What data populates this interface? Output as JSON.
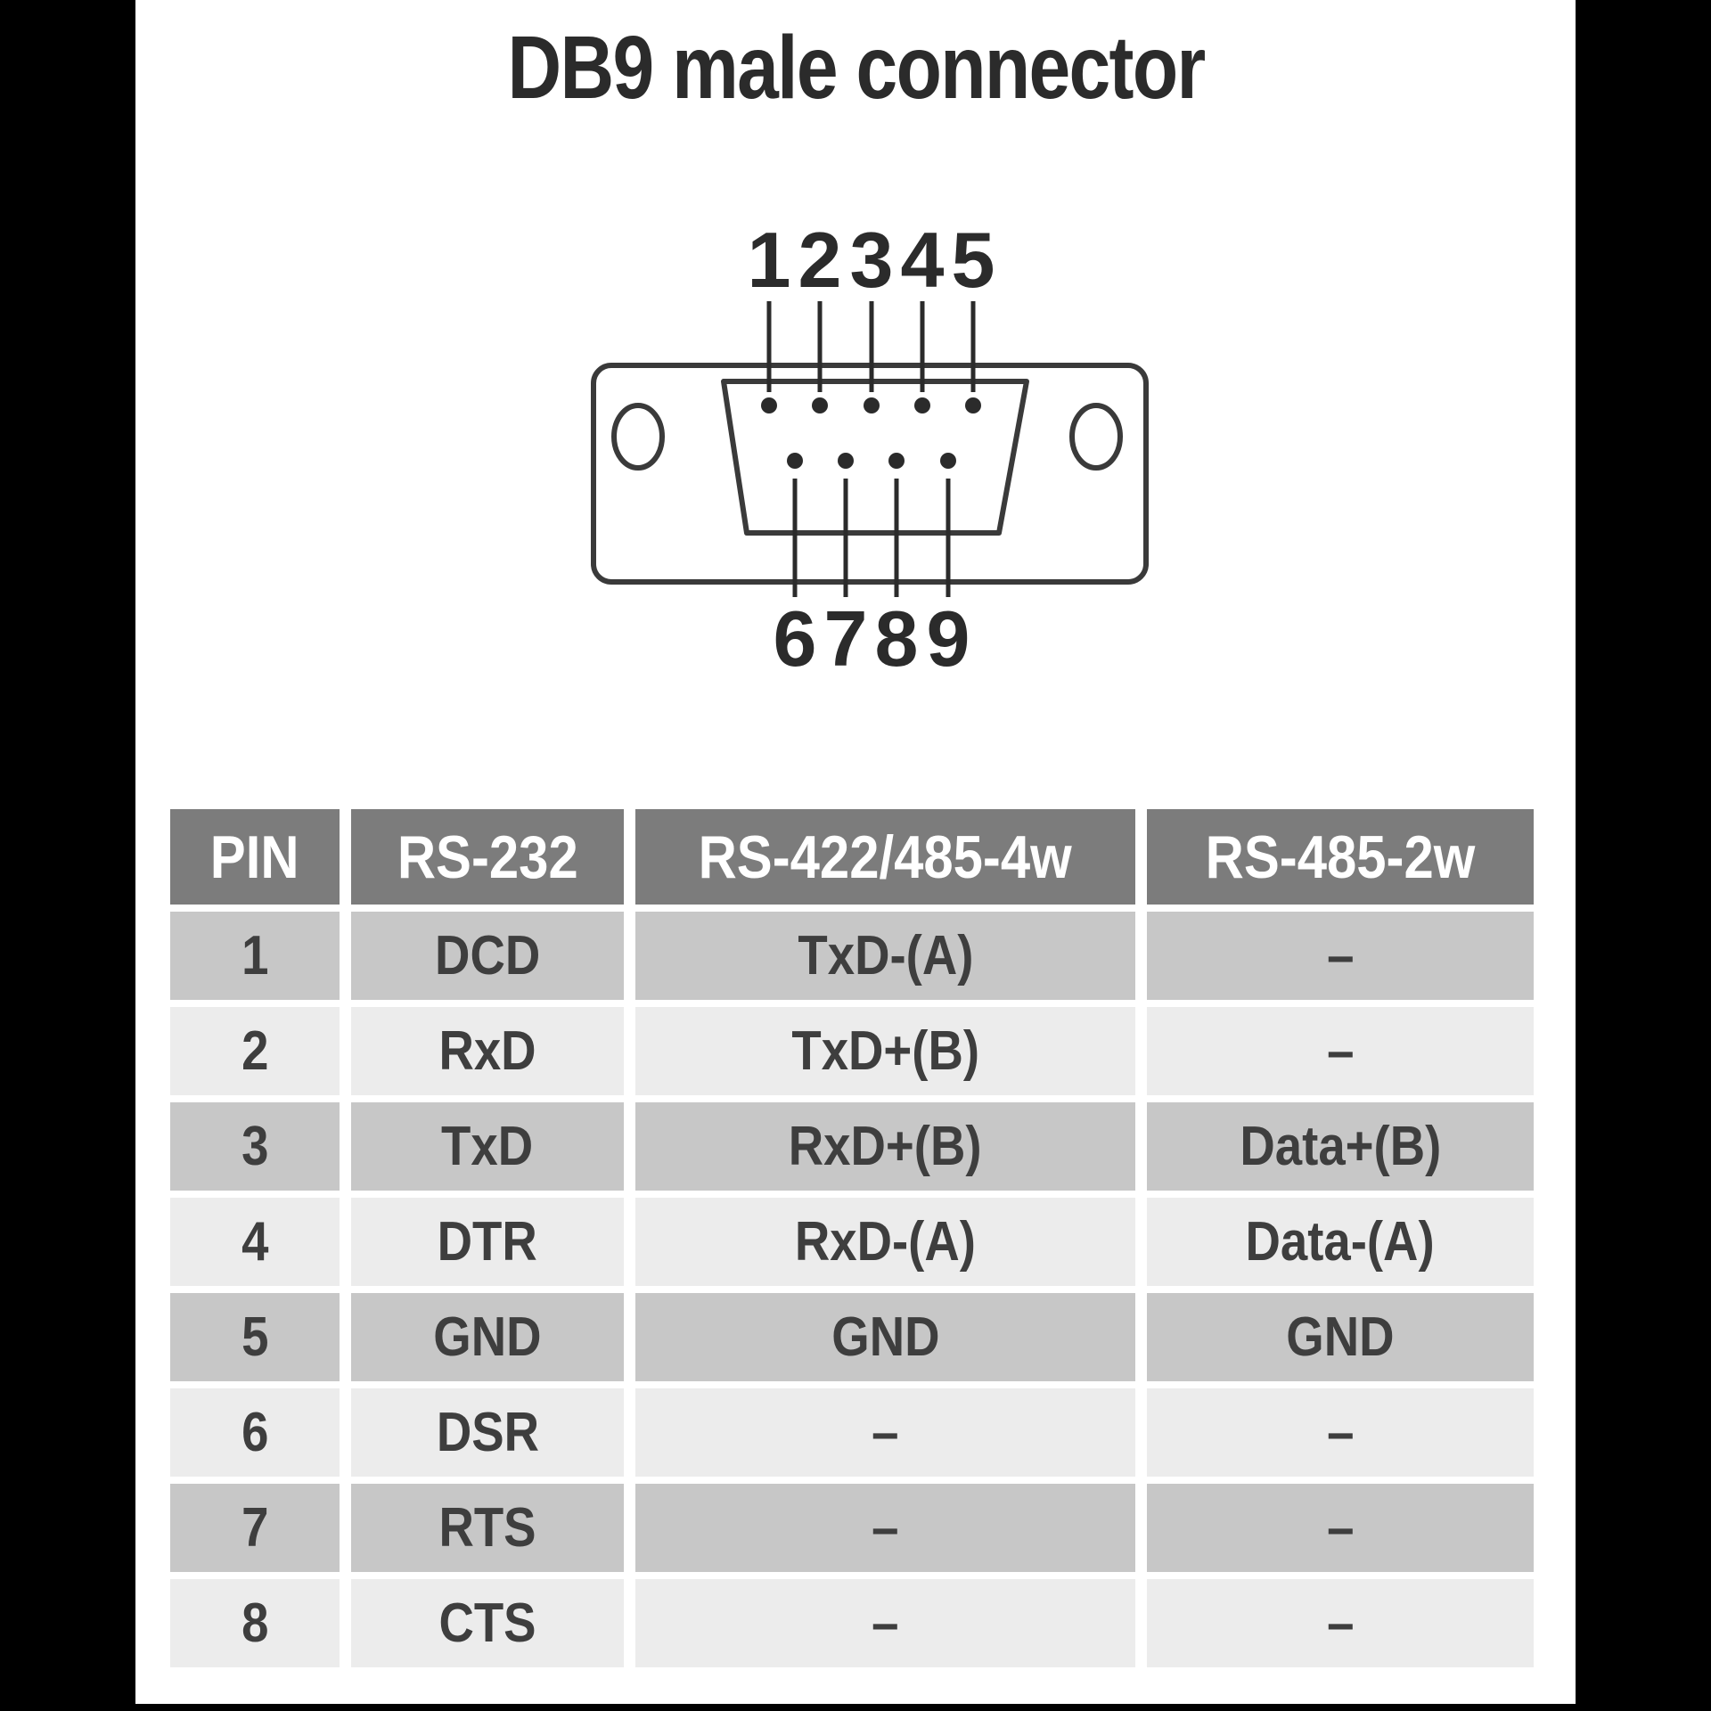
{
  "title": "DB9 male connector",
  "diagram": {
    "name": "DB9 male connector pinout",
    "top_pin_labels": [
      "1",
      "2",
      "3",
      "4",
      "5"
    ],
    "bottom_pin_labels": [
      "6",
      "7",
      "8",
      "9"
    ]
  },
  "table": {
    "headers": [
      "PIN",
      "RS-232",
      "RS-422/485-4w",
      "RS-485-2w"
    ],
    "rows": [
      [
        "1",
        "DCD",
        "TxD-(A)",
        "–"
      ],
      [
        "2",
        "RxD",
        "TxD+(B)",
        "–"
      ],
      [
        "3",
        "TxD",
        "RxD+(B)",
        "Data+(B)"
      ],
      [
        "4",
        "DTR",
        "RxD-(A)",
        "Data-(A)"
      ],
      [
        "5",
        "GND",
        "GND",
        "GND"
      ],
      [
        "6",
        "DSR",
        "–",
        "–"
      ],
      [
        "7",
        "RTS",
        "–",
        "–"
      ],
      [
        "8",
        "CTS",
        "–",
        "–"
      ]
    ]
  },
  "colors": {
    "header_bg": "#7c7c7c",
    "header_text": "#ffffff",
    "row_odd_bg": "#c7c7c7",
    "row_even_bg": "#ececec",
    "cell_text": "#3e3e3e",
    "line_color": "#3a3a3a",
    "pillarbox_bg": "#000000",
    "page_bg": "#ffffff"
  }
}
